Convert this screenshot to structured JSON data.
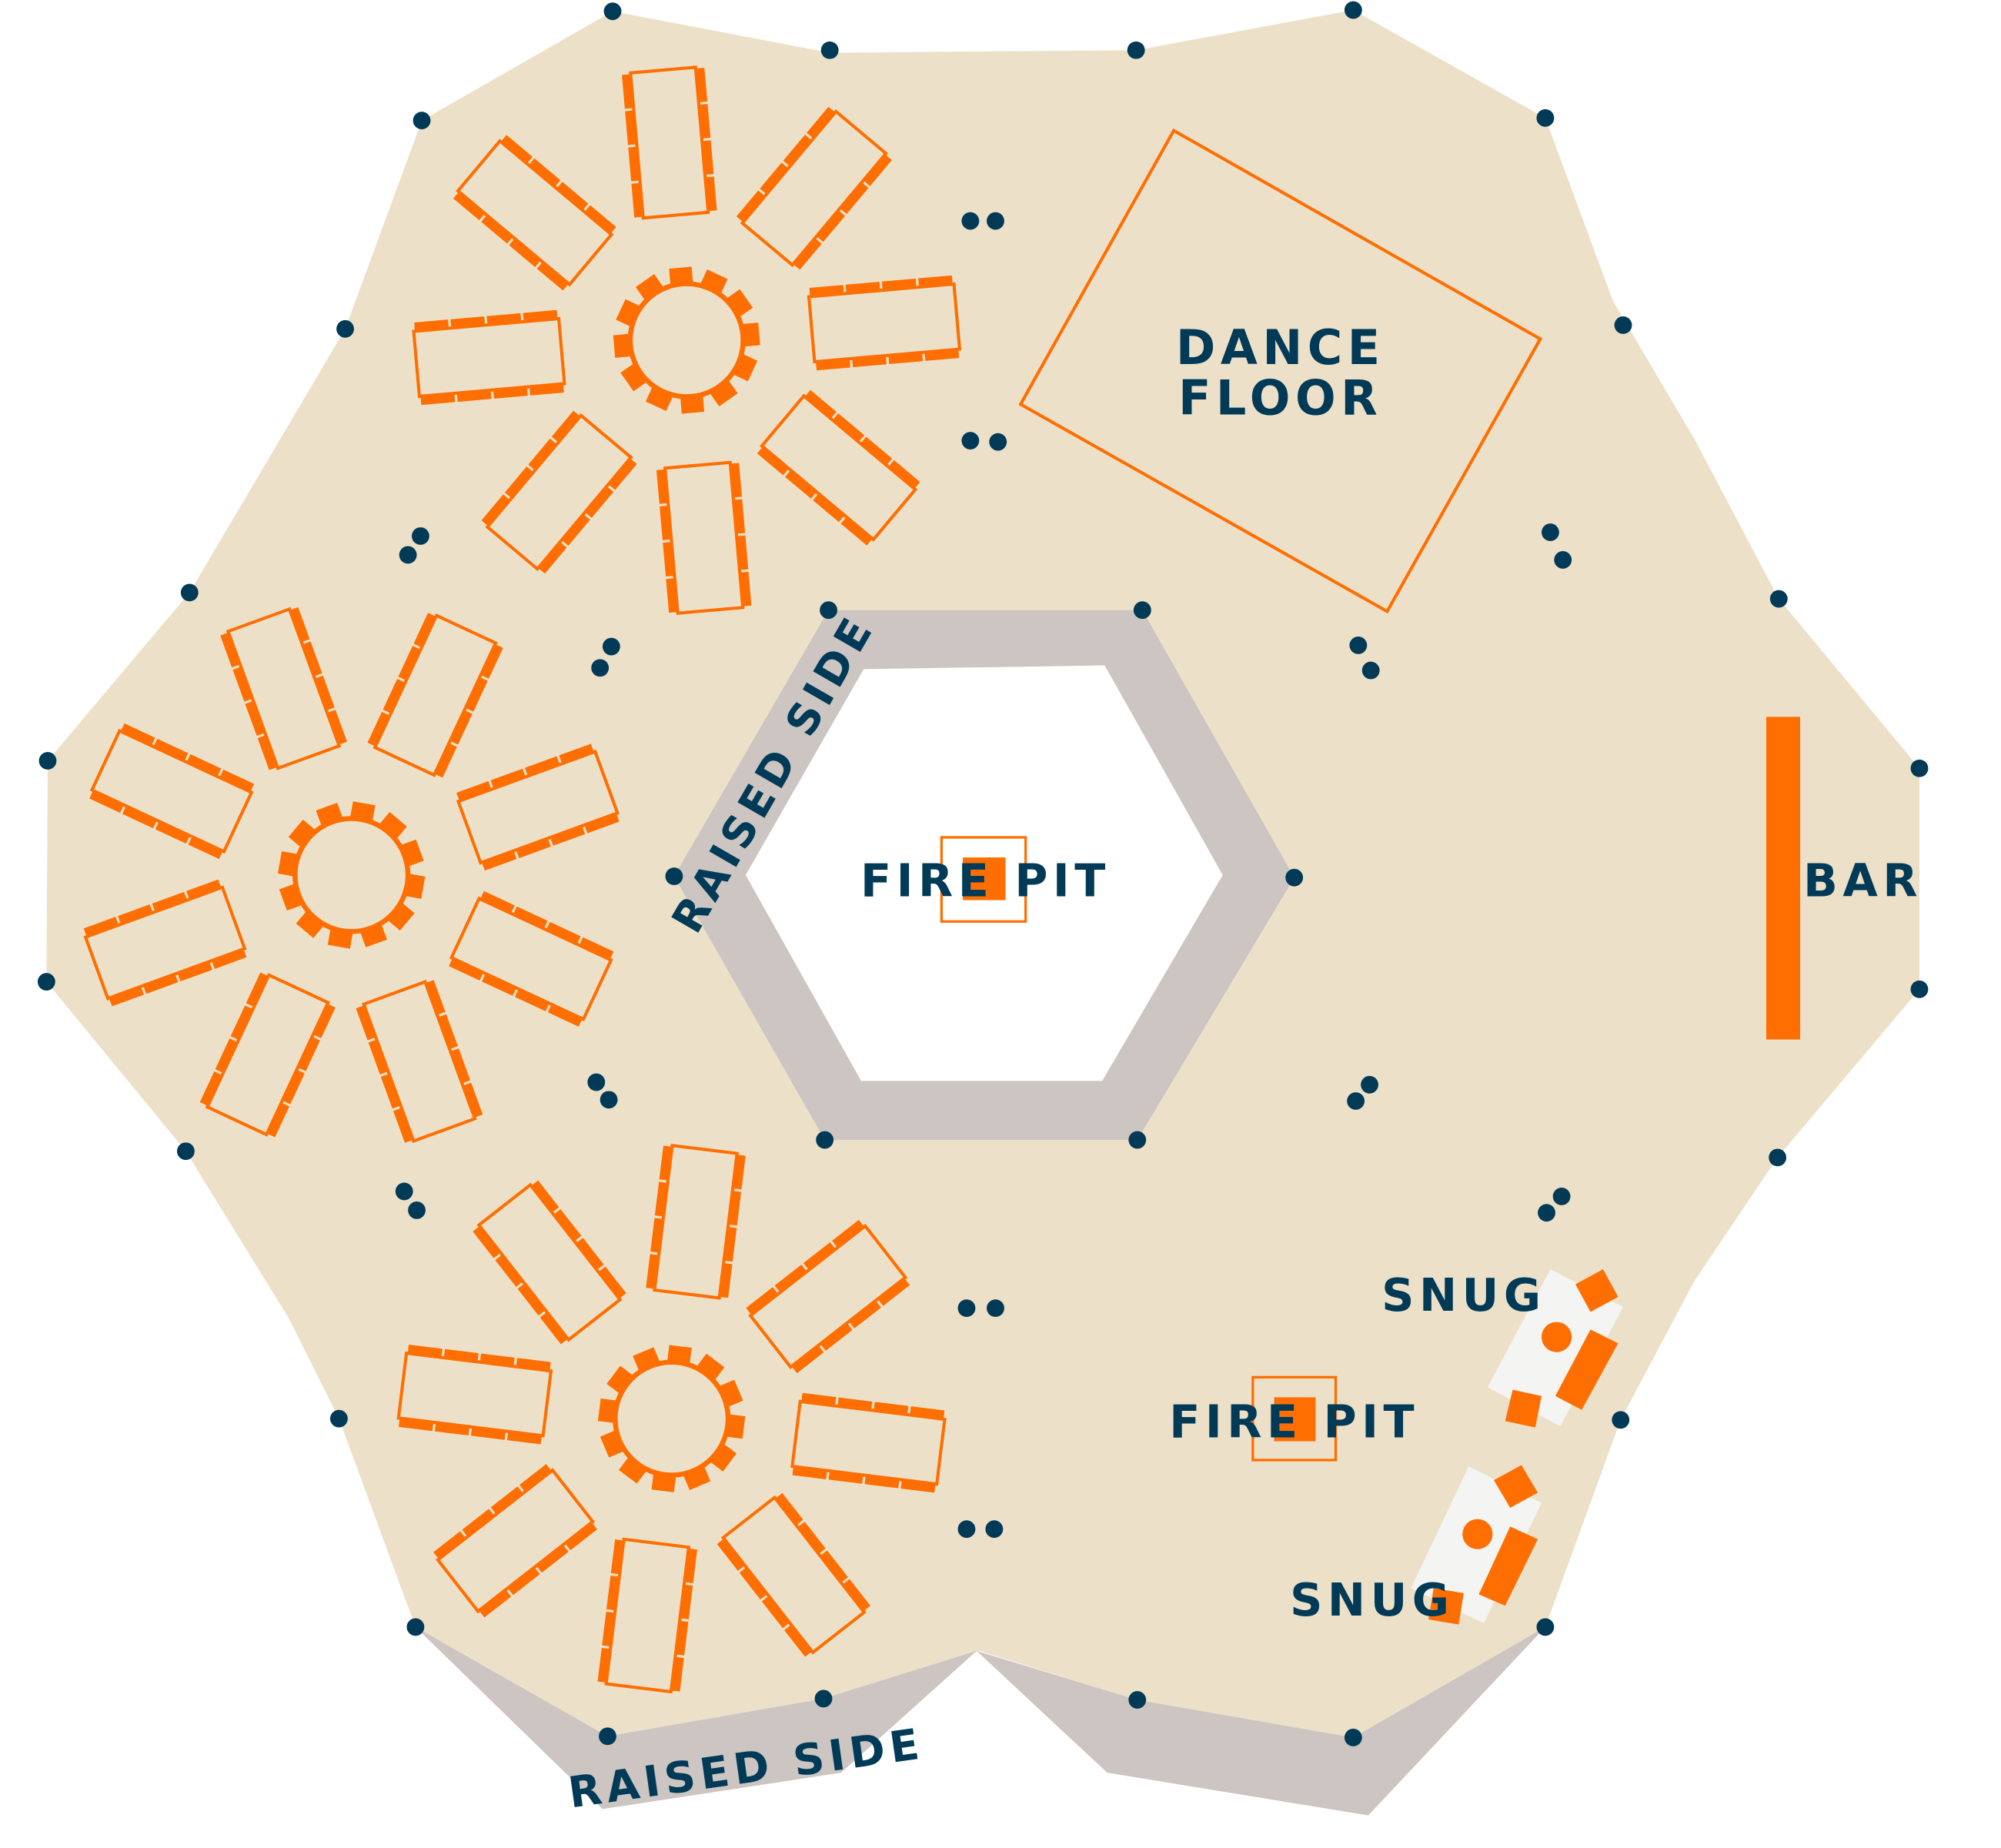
{
  "colors": {
    "floor": "#ede0c8",
    "furniture": "#ff6e00",
    "pillar": "#003a57",
    "raised": "#ccc5c2",
    "snug": "#f4f4f2",
    "label": "#003a57"
  },
  "labels": {
    "dance_floor": [
      "DANCE",
      "FLOOR"
    ],
    "fire_pit_center": "FIRE PIT",
    "fire_pit_lower": "FIRE PIT",
    "bar": "BAR",
    "snug_upper": "SNUG",
    "snug_lower": "SNUG",
    "raised_side_upper": "RAISED SIDE",
    "raised_side_lower": "RAISED SIDE"
  },
  "seating": {
    "rosettes": 3,
    "long_tables_per_rosette": 8,
    "chairs_per_long_table": 8,
    "chairs_per_round_table": 12
  }
}
